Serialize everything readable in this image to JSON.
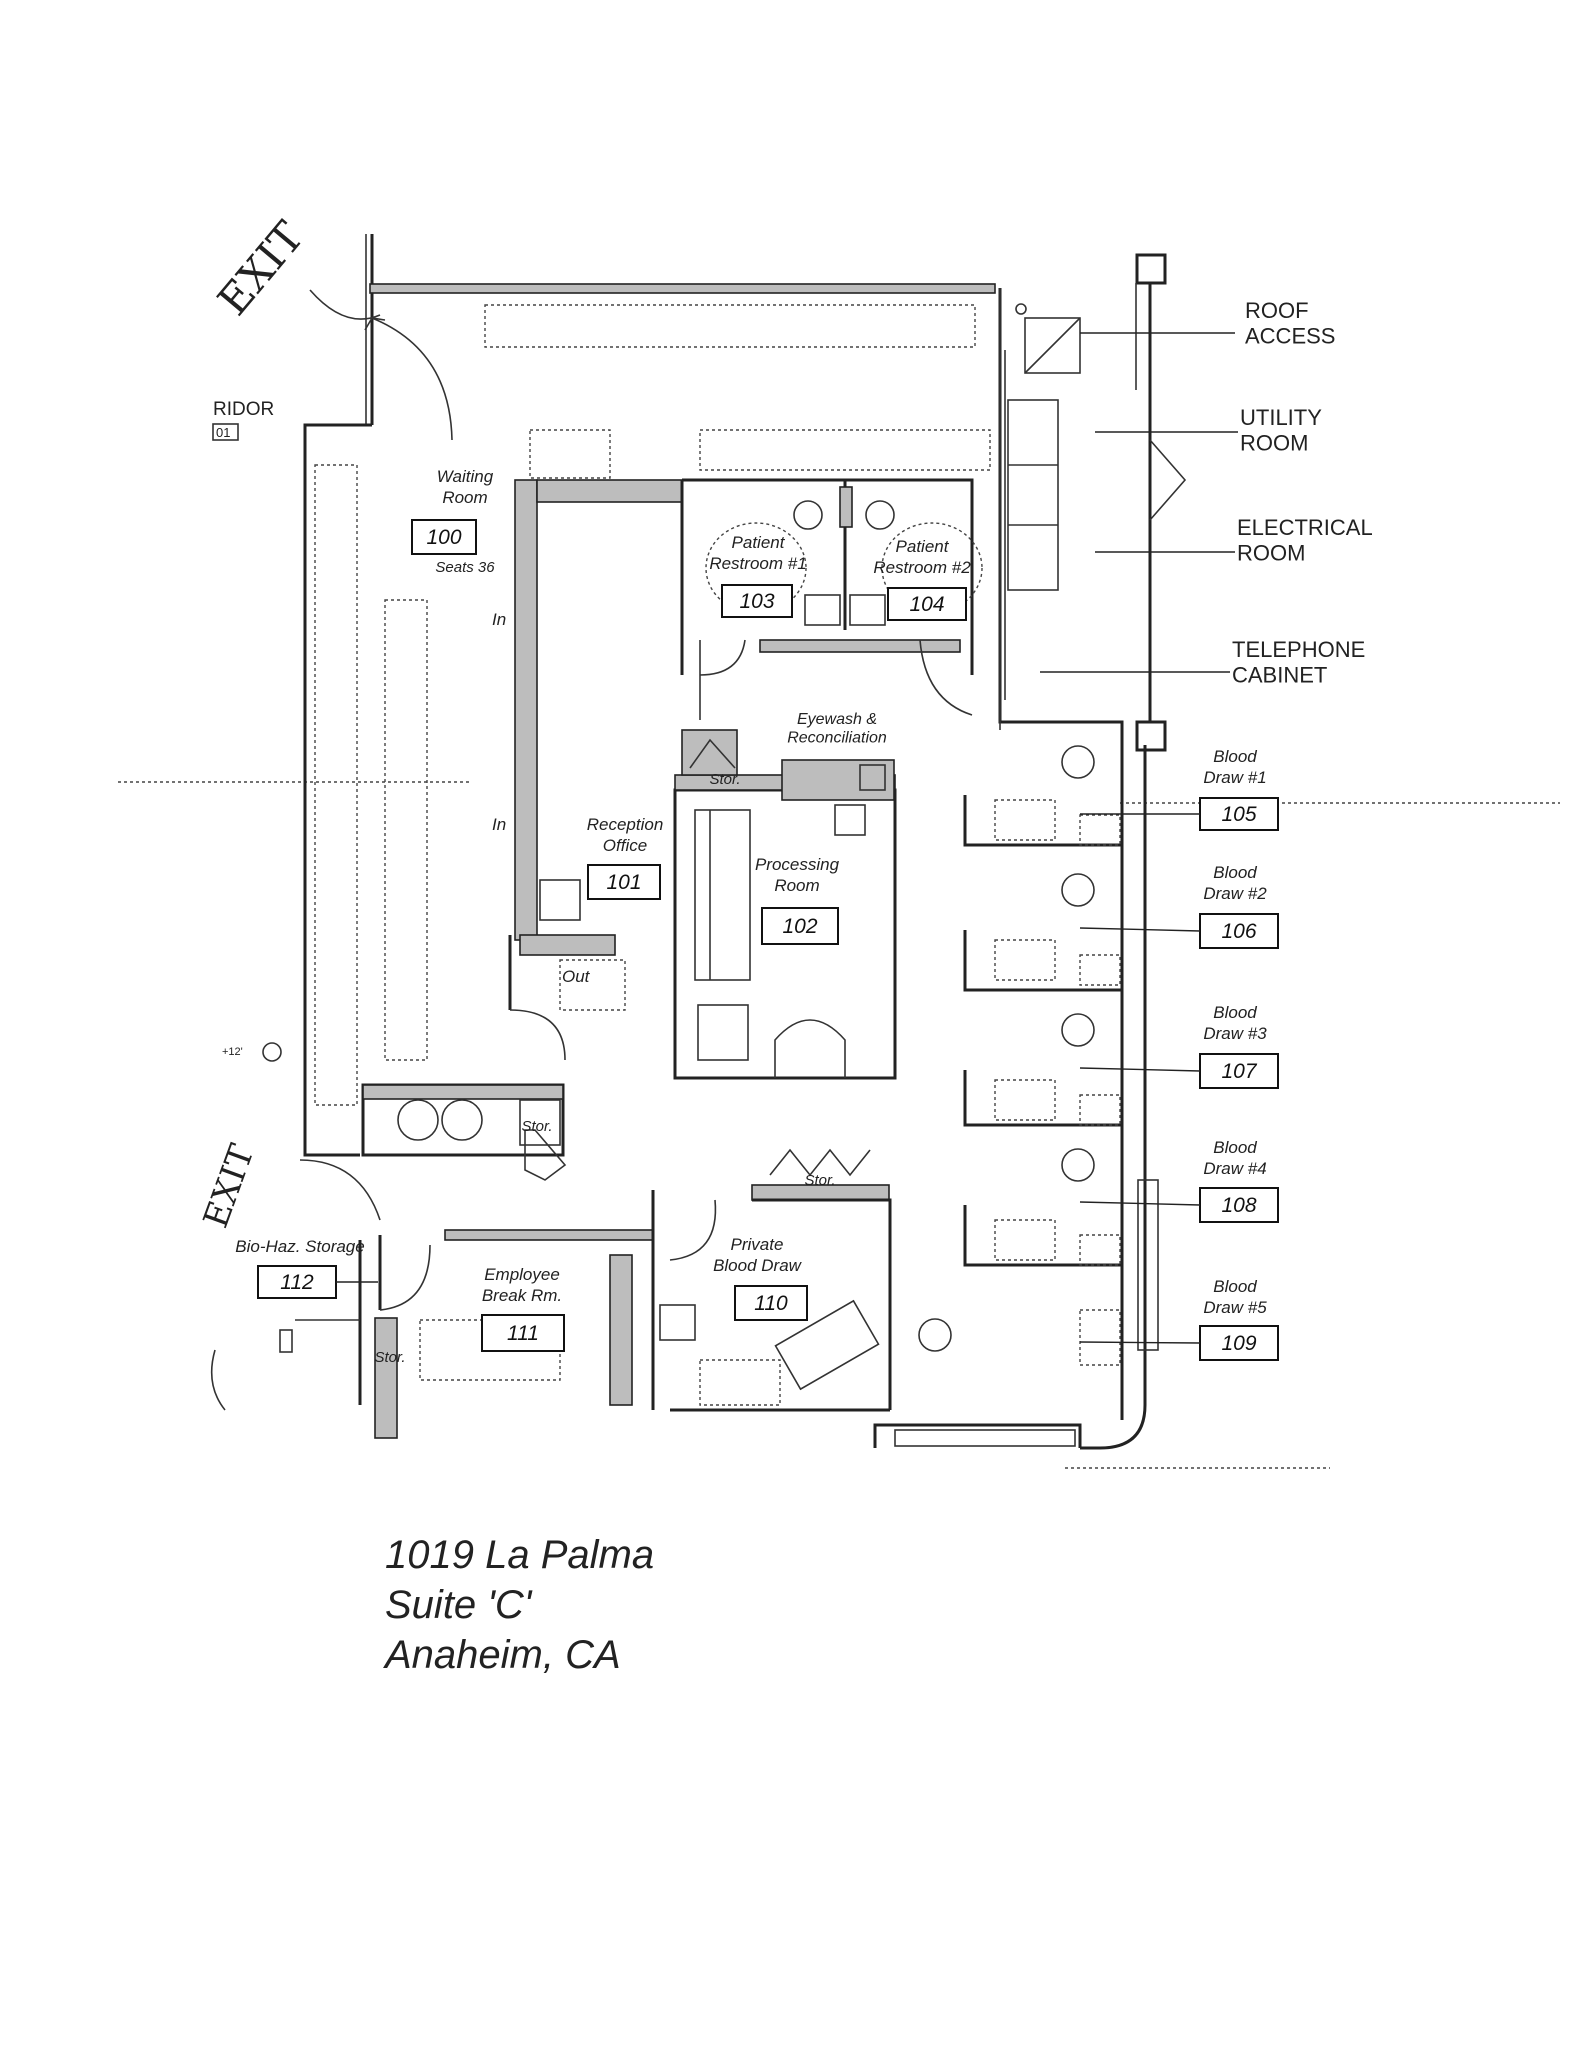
{
  "rooms": [
    {
      "name": "Waiting\nRoom",
      "number": "100",
      "note": "Seats 36"
    },
    {
      "name": "Reception\nOffice",
      "number": "101"
    },
    {
      "name": "Processing\nRoom",
      "number": "102"
    },
    {
      "name": "Patient\nRestroom #1",
      "number": "103"
    },
    {
      "name": "Patient\nRestroom #2",
      "number": "104"
    },
    {
      "name": "Blood\nDraw #1",
      "number": "105"
    },
    {
      "name": "Blood\nDraw #2",
      "number": "106"
    },
    {
      "name": "Blood\nDraw #3",
      "number": "107"
    },
    {
      "name": "Blood\nDraw #4",
      "number": "108"
    },
    {
      "name": "Blood\nDraw #5",
      "number": "109"
    },
    {
      "name": "Private\nBlood Draw",
      "number": "110"
    },
    {
      "name": "Employee\nBreak Rm.",
      "number": "111"
    },
    {
      "name": "Bio-Haz. Storage",
      "number": "112"
    }
  ],
  "callouts": {
    "roof_access": "ROOF\nACCESS",
    "utility_room": "UTILITY\nROOM",
    "electrical_room": "ELECTRICAL\nROOM",
    "telephone_cabinet": "TELEPHONE\nCABINET"
  },
  "annotations": {
    "exit_top": "EXIT",
    "exit_bottom": "EXIT",
    "corridor": "RIDOR",
    "corridor_number": "01",
    "in_1": "In",
    "in_2": "In",
    "out": "Out",
    "elevation": "+12'",
    "eyewash": "Eyewash &\nReconciliation",
    "stor_1": "Stor.",
    "stor_2": "Stor.",
    "stor_3": "Stor.",
    "stor_4": "Stor."
  },
  "address": {
    "line1": "1019 La Palma",
    "line2": "Suite 'C'",
    "line3": "Anaheim, CA"
  }
}
